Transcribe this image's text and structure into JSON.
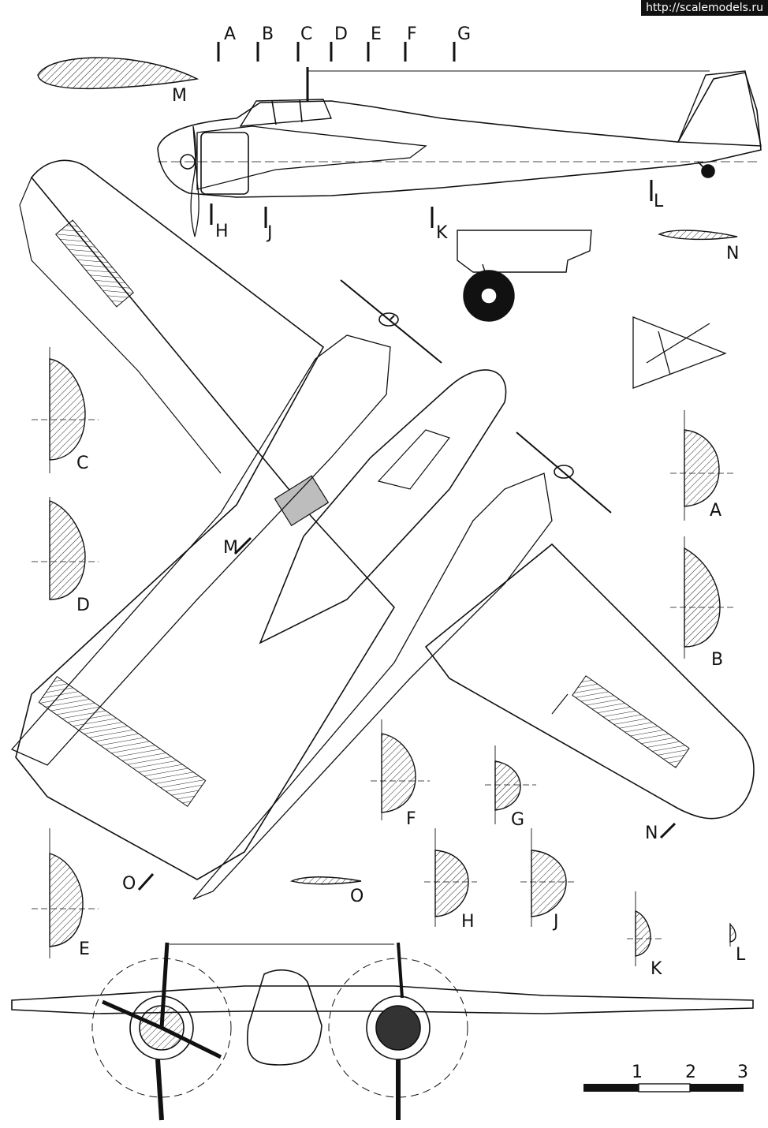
{
  "watermark": "http://scalemodels.ru",
  "station_labels": [
    "A",
    "B",
    "C",
    "D",
    "E",
    "F",
    "G",
    "H",
    "J",
    "K",
    "L"
  ],
  "airfoil_labels": [
    "M",
    "N",
    "O"
  ],
  "section_labels": {
    "A": "A",
    "B": "B",
    "C": "C",
    "D": "D",
    "E": "E",
    "F": "F",
    "G": "G",
    "H": "H",
    "J": "J",
    "K": "K",
    "L": "L",
    "M": "M",
    "N": "N",
    "O": "O"
  },
  "scale_bar": {
    "ticks": [
      "1",
      "2",
      "3"
    ]
  }
}
